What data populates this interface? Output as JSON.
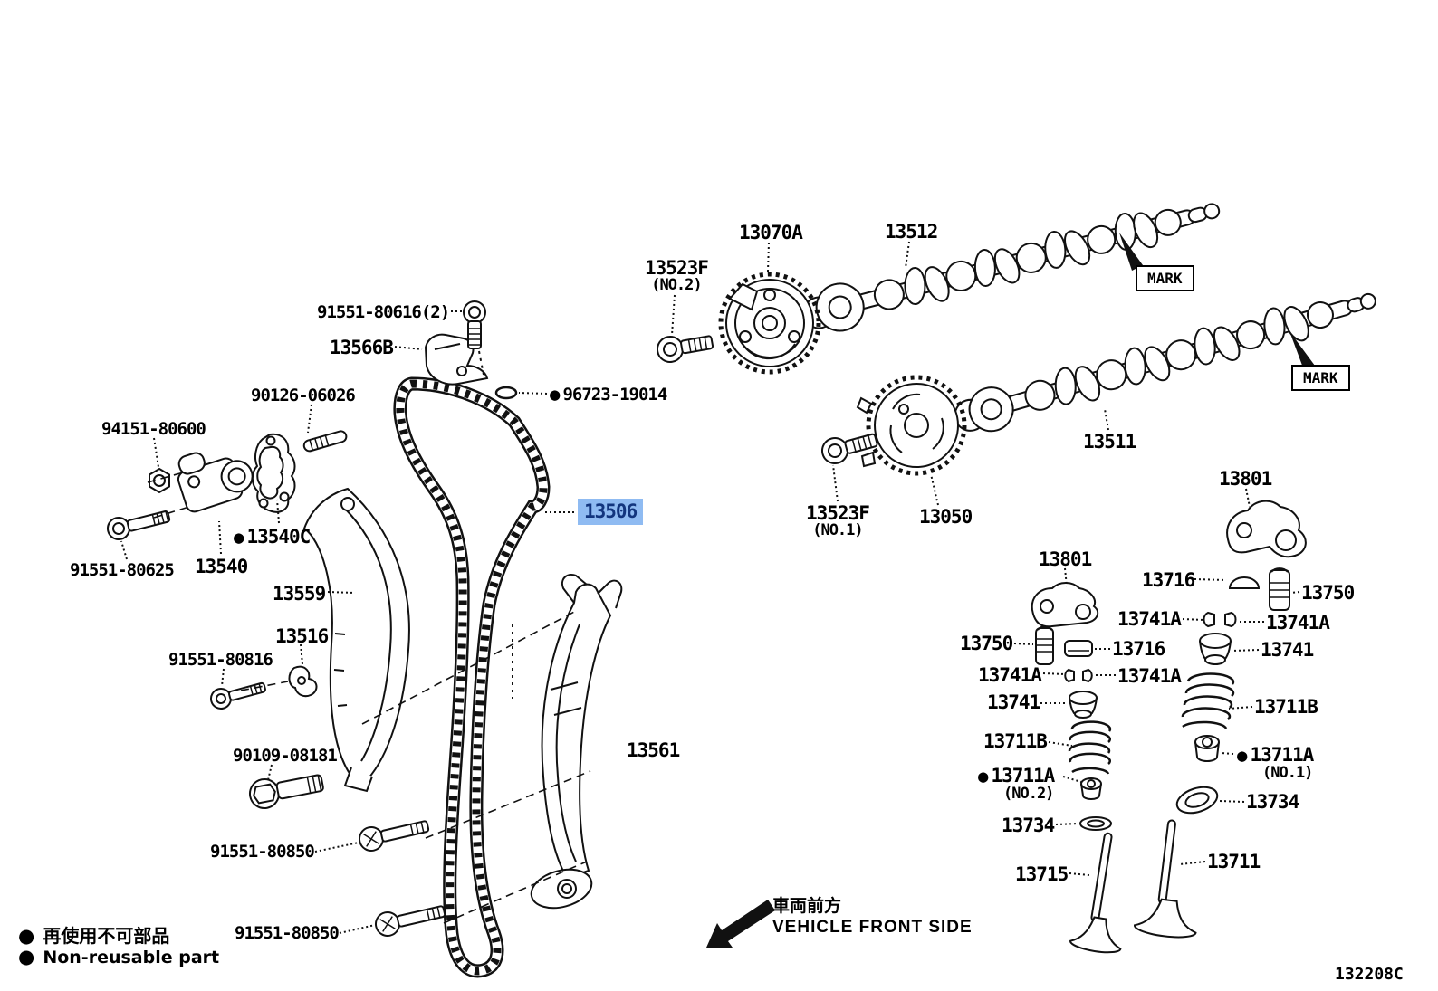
{
  "diagram": {
    "code": "132208C",
    "title_hidden": "",
    "colors": {
      "highlight_bg": "#8FBBF2",
      "highlight_text": "#12357E",
      "line": "#111111"
    }
  },
  "legend": {
    "bullet": "●",
    "jp": "再使用不可部品",
    "en": "Non-reusable part"
  },
  "front": {
    "jp": "車両前方",
    "en": "VEHICLE FRONT SIDE"
  },
  "marks": {
    "top": "MARK",
    "bottom": "MARK"
  },
  "parts": {
    "p13070a": {
      "text": "13070A"
    },
    "p13523f_no2": {
      "text": "13523F",
      "note": "(NO.2)"
    },
    "p13512": {
      "text": "13512"
    },
    "p13511": {
      "text": "13511"
    },
    "p91551_80616": {
      "text": "91551-80616(2)"
    },
    "p13566b": {
      "text": "13566B"
    },
    "p96723_19014": {
      "text": "96723-19014",
      "bullet": true
    },
    "p90126_06026": {
      "text": "90126-06026"
    },
    "p94151_80600": {
      "text": "94151-80600"
    },
    "p13540c": {
      "text": "13540C",
      "bullet": true
    },
    "p13540": {
      "text": "13540"
    },
    "p91551_80625": {
      "text": "91551-80625"
    },
    "p13559": {
      "text": "13559"
    },
    "p13516": {
      "text": "13516"
    },
    "p91551_80816": {
      "text": "91551-80816"
    },
    "p13506": {
      "text": "13506",
      "highlighted": true
    },
    "p13523f_no1": {
      "text": "13523F",
      "note": "(NO.1)"
    },
    "p13050": {
      "text": "13050"
    },
    "p90109_08181": {
      "text": "90109-08181"
    },
    "p91551_80850_a": {
      "text": "91551-80850"
    },
    "p13561": {
      "text": "13561"
    },
    "p91551_80850_b": {
      "text": "91551-80850"
    },
    "p13801_a": {
      "text": "13801"
    },
    "p13801_b": {
      "text": "13801"
    },
    "p13716_a": {
      "text": "13716"
    },
    "p13750_a": {
      "text": "13750"
    },
    "p13741a_r1l": {
      "text": "13741A"
    },
    "p13741a_r1r": {
      "text": "13741A"
    },
    "p13750_b": {
      "text": "13750"
    },
    "p13716_b": {
      "text": "13716"
    },
    "p13741a_r2l": {
      "text": "13741A"
    },
    "p13741a_r2r": {
      "text": "13741A"
    },
    "p13741_a": {
      "text": "13741"
    },
    "p13741_b": {
      "text": "13741"
    },
    "p13711b_a": {
      "text": "13711B"
    },
    "p13711b_b": {
      "text": "13711B"
    },
    "p13711a_no2": {
      "text": "13711A",
      "note": "(NO.2)",
      "bullet": true
    },
    "p13711a_no1": {
      "text": "13711A",
      "note": "(NO.1)",
      "bullet": true
    },
    "p13734_a": {
      "text": "13734"
    },
    "p13734_b": {
      "text": "13734"
    },
    "p13715": {
      "text": "13715"
    },
    "p13711": {
      "text": "13711"
    }
  }
}
